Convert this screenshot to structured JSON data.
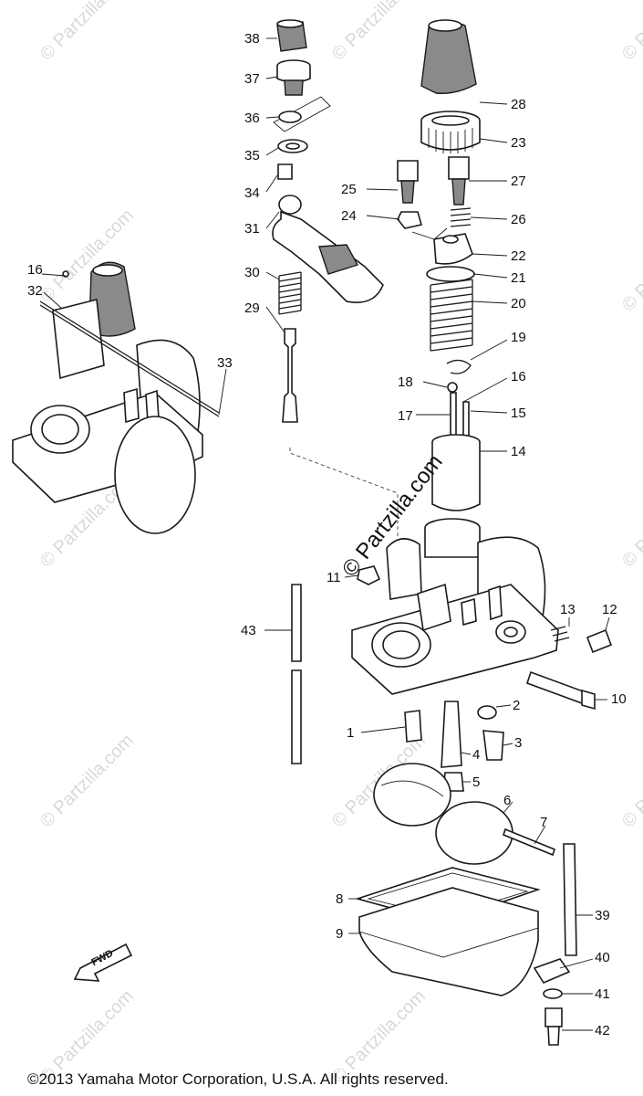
{
  "watermark": "© Partzilla.com",
  "main_watermark": "© Partzilla.com",
  "copyright": "©2013  Yamaha Motor Corporation, U.S.A. All rights reserved.",
  "fwd_label": "FWD",
  "callouts": [
    "38",
    "37",
    "36",
    "35",
    "34",
    "31",
    "30",
    "29",
    "28",
    "23",
    "27",
    "25",
    "24",
    "26",
    "22",
    "21",
    "20",
    "19",
    "18",
    "16",
    "17",
    "15",
    "14",
    "11",
    "13",
    "12",
    "43",
    "10",
    "2",
    "1",
    "4",
    "3",
    "5",
    "6",
    "7",
    "8",
    "39",
    "9",
    "40",
    "41",
    "42",
    "16",
    "32",
    "33"
  ]
}
